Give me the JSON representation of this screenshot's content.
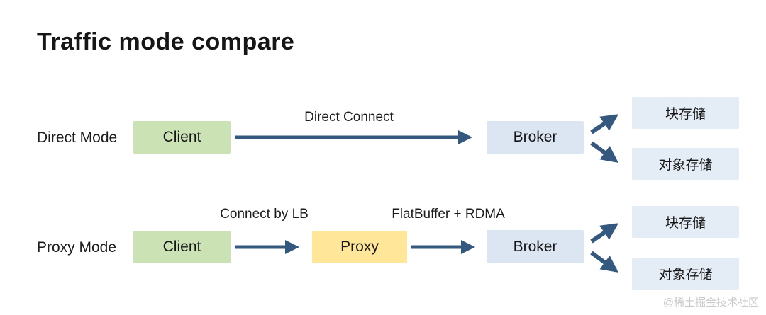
{
  "title": "Traffic mode compare",
  "colors": {
    "client_green": "#cbe2b5",
    "proxy_yellow": "#ffe699",
    "broker_blue": "#dbe6f2",
    "storage_blue": "#e4ecf5",
    "arrow_blue": "#35587e",
    "text": "#161616",
    "watermark_gray": "#c9c9c9"
  },
  "rows": [
    {
      "mode_label": "Direct Mode",
      "client_label": "Client",
      "broker_label": "Broker",
      "arrow_label_direct": "Direct Connect",
      "storage": [
        "块存储",
        "对象存储"
      ]
    },
    {
      "mode_label": "Proxy Mode",
      "client_label": "Client",
      "proxy_label": "Proxy",
      "broker_label": "Broker",
      "arrow_label_lb": "Connect by LB",
      "arrow_label_rdma": "FlatBuffer + RDMA",
      "storage": [
        "块存储",
        "对象存储"
      ]
    }
  ],
  "watermark": "@稀土掘金技术社区"
}
